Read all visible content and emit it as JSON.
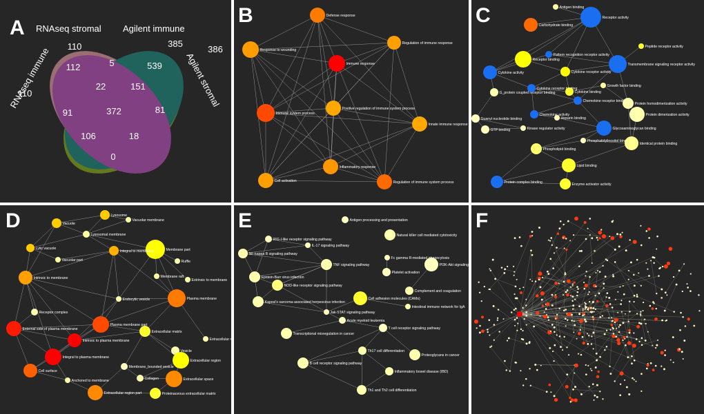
{
  "colors": {
    "background": "#262626",
    "edge": "#bdbdbd",
    "venn_green": "#7a9a1a",
    "venn_pink": "#b06a78",
    "venn_teal": "#1f6f6a",
    "venn_purple": "#8c3f8c"
  },
  "venn": {
    "panel_label": "A",
    "sets": [
      "RNAseq immune",
      "RNAseq stromal",
      "Agilent immune",
      "Agilent stromal"
    ],
    "values": [
      "110",
      "110",
      "385",
      "386",
      "112",
      "5",
      "539",
      "22",
      "151",
      "91",
      "372",
      "81",
      "106",
      "18",
      "0"
    ]
  },
  "B": {
    "panel_label": "B",
    "nodes": [
      {
        "label": "Defense response",
        "color": "#ff7b00"
      },
      {
        "label": "Response to wounding",
        "color": "#ff9c00"
      },
      {
        "label": "Regulation of immune response",
        "color": "#ffa000"
      },
      {
        "label": "Immune response",
        "color": "#ff0000"
      },
      {
        "label": "Immune system process",
        "color": "#ff4a00"
      },
      {
        "label": "Positive regulation of immune system process",
        "color": "#ffa800"
      },
      {
        "label": "Innate immune response",
        "color": "#ffa800"
      },
      {
        "label": "Inflammatory response",
        "color": "#ff9800"
      },
      {
        "label": "Cell activation",
        "color": "#ffa000"
      },
      {
        "label": "Regulation of immune system process",
        "color": "#ff6a00"
      }
    ]
  },
  "C": {
    "panel_label": "C",
    "nodes": [
      {
        "label": "Antigen binding",
        "color": "#ffffa8"
      },
      {
        "label": "Carbohydrate binding",
        "color": "#ff6a00"
      },
      {
        "label": "Receptor activity",
        "color": "#1a6ff0"
      },
      {
        "label": "Peptide receptor activity",
        "color": "#ffff30"
      },
      {
        "label": "Pattern recognition receptor activity",
        "color": "#1a6ff0"
      },
      {
        "label": "Receptor binding",
        "color": "#ffff00"
      },
      {
        "label": "Transmembrane signaling receptor activity",
        "color": "#1a6ff0"
      },
      {
        "label": "Cytokine activity",
        "color": "#1a6ff0"
      },
      {
        "label": "Cytokine receptor activity",
        "color": "#ffff00"
      },
      {
        "label": "Growth factor binding",
        "color": "#ffffa0"
      },
      {
        "label": "G_protein coupled receptor binding",
        "color": "#ffffb0"
      },
      {
        "label": "Cytokine receptor binding",
        "color": "#1a6ff0"
      },
      {
        "label": "Cytokine binding",
        "color": "#ffff30"
      },
      {
        "label": "Chemokine receptor binding",
        "color": "#1a6ff0"
      },
      {
        "label": "Protein homodimerization activity",
        "color": "#ffffb0"
      },
      {
        "label": "Guanyl nucleotide binding",
        "color": "#ffffc0"
      },
      {
        "label": "Chemokine activity",
        "color": "#1a6ff0"
      },
      {
        "label": "Heparin binding",
        "color": "#ffffc0"
      },
      {
        "label": "Protein dimerization activity",
        "color": "#ffffb0"
      },
      {
        "label": "GTP binding",
        "color": "#ffffc0"
      },
      {
        "label": "Kinase regulator activity",
        "color": "#ffffc0"
      },
      {
        "label": "Glycosaminoglycan binding",
        "color": "#1a6ff0"
      },
      {
        "label": "Phosphatidylinositol binding",
        "color": "#ffffc0"
      },
      {
        "label": "Identical protein binding",
        "color": "#ffff90"
      },
      {
        "label": "Phospholipid binding",
        "color": "#ffff70"
      },
      {
        "label": "Lipid binding",
        "color": "#ffff30"
      },
      {
        "label": "Protein complex binding",
        "color": "#1a6ff0"
      },
      {
        "label": "Enzyme activator activity",
        "color": "#ffff30"
      }
    ]
  },
  "D": {
    "panel_label": "D",
    "nodes": [
      {
        "label": "Lysosome",
        "color": "#ffcc00"
      },
      {
        "label": "Vacuolar membrane",
        "color": "#ffffb0"
      },
      {
        "label": "Vacuole",
        "color": "#ffcc00"
      },
      {
        "label": "Lysosomal membrane",
        "color": "#ffffa0"
      },
      {
        "label": "Membrane part",
        "color": "#ffff00"
      },
      {
        "label": "Lytic vacuole",
        "color": "#ffcc00"
      },
      {
        "label": "Integral to membrane",
        "color": "#ffb000"
      },
      {
        "label": "Ruffle",
        "color": "#ffffb0"
      },
      {
        "label": "Vacuolar part",
        "color": "#ffffa0"
      },
      {
        "label": "Intrinsic to membrane",
        "color": "#ffa000"
      },
      {
        "label": "Membrane raft",
        "color": "#ffffa0"
      },
      {
        "label": "Extrinsic to membrane",
        "color": "#ffffb0"
      },
      {
        "label": "Endocytic vesicle",
        "color": "#ffffb0"
      },
      {
        "label": "Plasma membrane",
        "color": "#ff7a00"
      },
      {
        "label": "Receptor complex",
        "color": "#ffffb0"
      },
      {
        "label": "Plasma membrane part",
        "color": "#ff4a00"
      },
      {
        "label": "External side of plasma membrane",
        "color": "#ff1a00"
      },
      {
        "label": "Intrinsic to plasma membrane",
        "color": "#ff0000"
      },
      {
        "label": "Extracellular matrix",
        "color": "#ffff30"
      },
      {
        "label": "Extracellular matrix part",
        "color": "#ffffb0"
      },
      {
        "label": "Vesicle",
        "color": "#ffffb0"
      },
      {
        "label": "Integral to plasma membrane",
        "color": "#ff0000"
      },
      {
        "label": "Extracellular region",
        "color": "#ffff00"
      },
      {
        "label": "Cell surface",
        "color": "#ff6000"
      },
      {
        "label": "Membrane_bounded vesicle",
        "color": "#ffffc0"
      },
      {
        "label": "Anchored to membrane",
        "color": "#ffffb0"
      },
      {
        "label": "Collagen",
        "color": "#ffffb0"
      },
      {
        "label": "Extracellular space",
        "color": "#ff8a00"
      },
      {
        "label": "Extracellular region part",
        "color": "#ff8a00"
      },
      {
        "label": "Proteinaceous extracellular matrix",
        "color": "#ffff30"
      }
    ]
  },
  "E": {
    "panel_label": "E",
    "nodes": [
      {
        "label": "Antigen processing and presentation",
        "color": "#ffffc0"
      },
      {
        "label": "Natural killer cell mediated cytotoxicity",
        "color": "#ffffb0"
      },
      {
        "label": "RIG-I-like receptor signaling pathway",
        "color": "#ffffc0"
      },
      {
        "label": "IL-17 signaling pathway",
        "color": "#ffffc0"
      },
      {
        "label": "Fc gamma R-mediated phagocytosis",
        "color": "#ffffc0"
      },
      {
        "label": "NF-kappa B signaling pathway",
        "color": "#ffffb0"
      },
      {
        "label": "TNF signaling pathway",
        "color": "#ffffb0"
      },
      {
        "label": "PI3K-Akt signaling",
        "color": "#ffffc0"
      },
      {
        "label": "Platelet activation",
        "color": "#ffffc0"
      },
      {
        "label": "Epstein-Barr virus infection",
        "color": "#ffffb0"
      },
      {
        "label": "NOD-like receptor signaling pathway",
        "color": "#ffff80"
      },
      {
        "label": "Complement and coagulation",
        "color": "#ffffb0"
      },
      {
        "label": "Kaposi's sarcoma-associated herpesvirus infection",
        "color": "#ffffb0"
      },
      {
        "label": "Cell adhesion molecules (CAMs)",
        "color": "#ffff30"
      },
      {
        "label": "Intestinal immune network for IgA",
        "color": "#ffffb0"
      },
      {
        "label": "Jak-STAT signaling pathway",
        "color": "#ffffc0"
      },
      {
        "label": "Acute myeloid leukemia",
        "color": "#ffffc0"
      },
      {
        "label": "T cell receptor signaling pathway",
        "color": "#ffffc0"
      },
      {
        "label": "Transcriptional misregulation in cancer",
        "color": "#ffffb0"
      },
      {
        "label": "Th17 cell differentiation",
        "color": "#ffffb0"
      },
      {
        "label": "Proteoglycans in cancer",
        "color": "#ffffb0"
      },
      {
        "label": "B cell receptor signaling pathway",
        "color": "#ffffb0"
      },
      {
        "label": "Inflammatory bowel disease (IBD)",
        "color": "#ffffb0"
      },
      {
        "label": "Th1 and Th2 cell differentiation",
        "color": "#ffffb0"
      }
    ]
  },
  "F": {
    "panel_label": "F"
  }
}
